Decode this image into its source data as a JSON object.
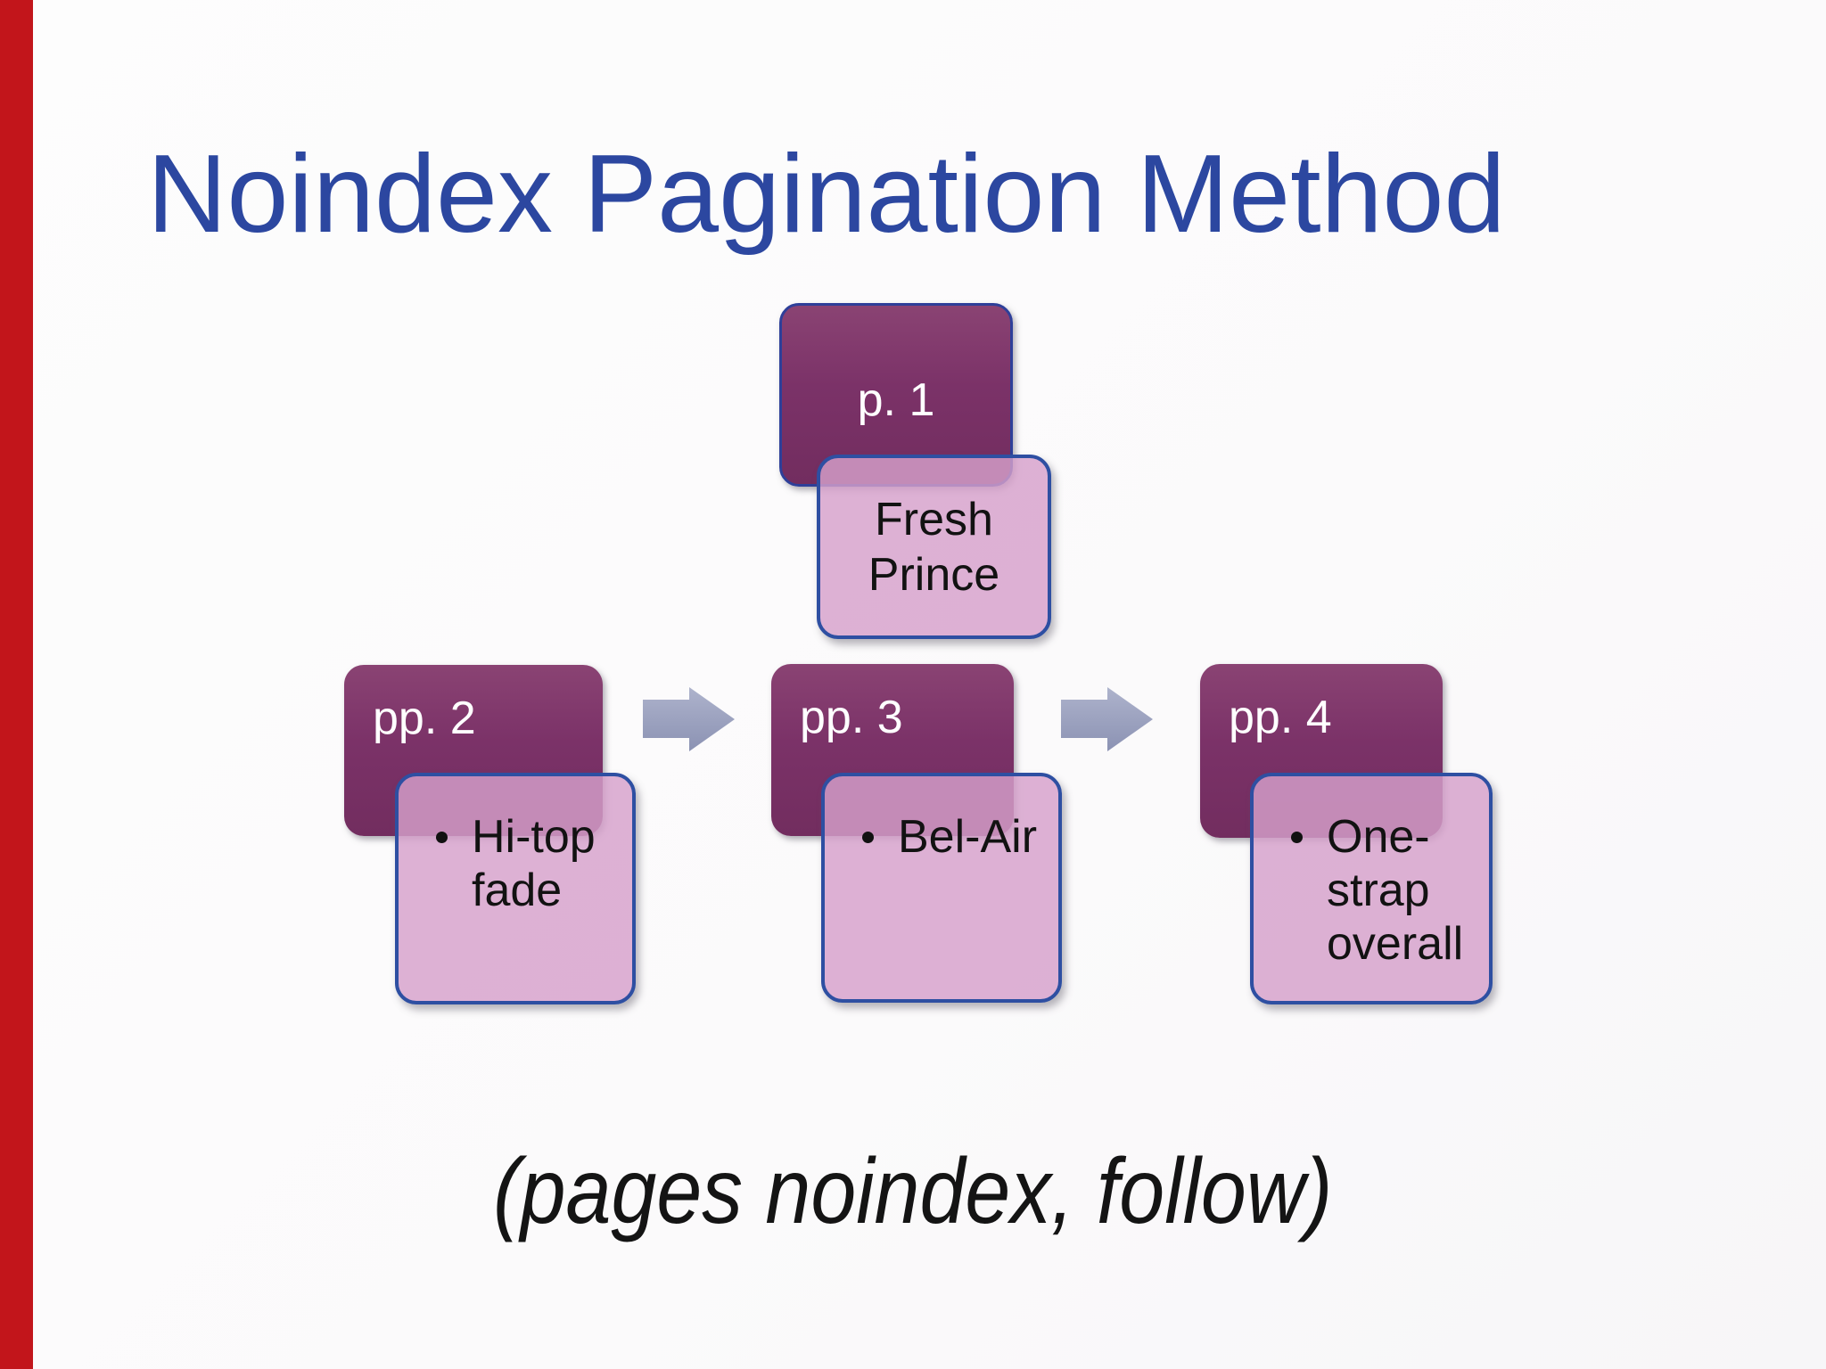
{
  "slide": {
    "title": "Noindex Pagination Method",
    "footnote": "(pages noindex, follow)",
    "bullet_char": "•",
    "colors": {
      "title_blue": "#2c47a0",
      "dark_box_plum": "#7b3268",
      "light_box_pink": "#dcaad1",
      "box_border_blue": "#2e4fa2",
      "arrow_gray_blue": "#99a0bd",
      "left_strip_red": "#c2151b",
      "footnote_text": "#141414"
    },
    "nodes": [
      {
        "page_label": "p. 1",
        "content": "Fresh Prince",
        "has_bullet": false
      },
      {
        "page_label": "pp. 2",
        "content": "Hi-top fade",
        "has_bullet": true
      },
      {
        "page_label": "pp. 3",
        "content": "Bel-Air",
        "has_bullet": true
      },
      {
        "page_label": "pp. 4",
        "content": "One-strap overall",
        "has_bullet": true
      }
    ],
    "arrows": [
      {
        "icon": "arrow-right-icon"
      },
      {
        "icon": "arrow-right-icon"
      }
    ]
  }
}
